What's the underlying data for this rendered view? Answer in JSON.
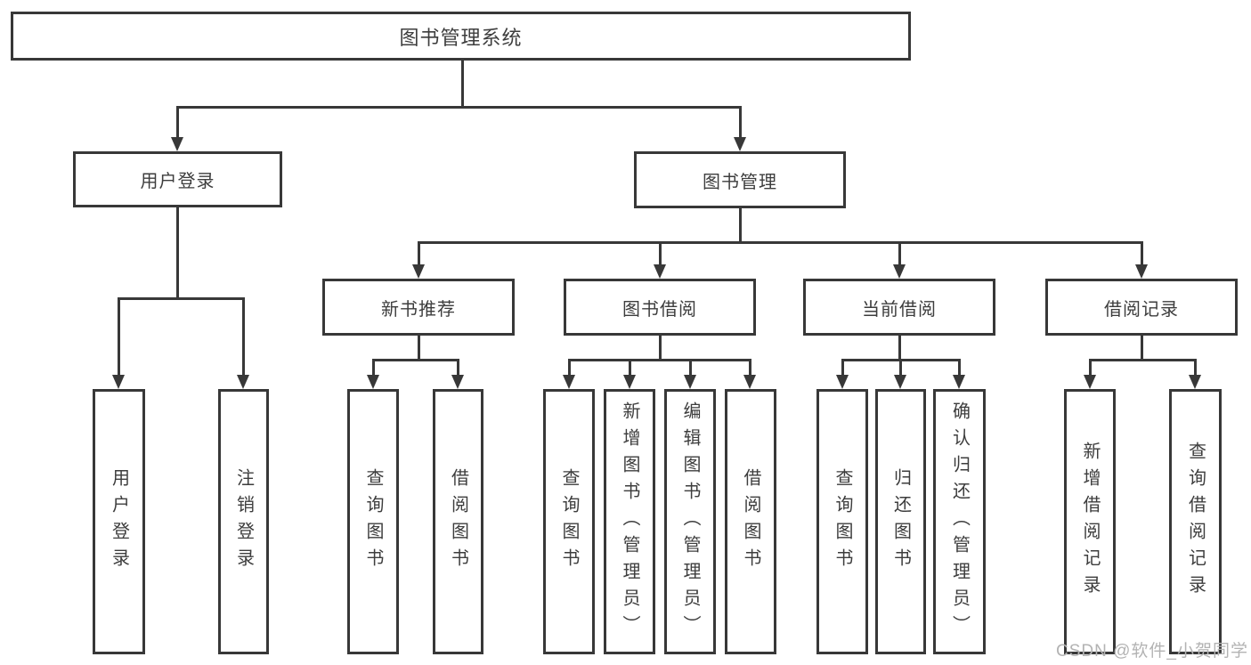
{
  "diagram": {
    "title": "图书管理系统",
    "root": {
      "label": "图书管理系统"
    },
    "level2": [
      {
        "label": "用户登录"
      },
      {
        "label": "图书管理"
      }
    ],
    "level3": [
      {
        "label": "新书推荐",
        "parent": "图书管理"
      },
      {
        "label": "图书借阅",
        "parent": "图书管理"
      },
      {
        "label": "当前借阅",
        "parent": "图书管理"
      },
      {
        "label": "借阅记录",
        "parent": "图书管理"
      }
    ],
    "leaves": [
      {
        "label": "用户登录",
        "parent": "用户登录"
      },
      {
        "label": "注销登录",
        "parent": "用户登录"
      },
      {
        "label": "查询图书",
        "parent": "新书推荐"
      },
      {
        "label": "借阅图书",
        "parent": "新书推荐"
      },
      {
        "label": "查询图书",
        "parent": "图书借阅"
      },
      {
        "label": "新增图书（管理员）",
        "parent": "图书借阅"
      },
      {
        "label": "编辑图书（管理员）",
        "parent": "图书借阅"
      },
      {
        "label": "借阅图书",
        "parent": "图书借阅"
      },
      {
        "label": "查询图书",
        "parent": "当前借阅"
      },
      {
        "label": "归还图书",
        "parent": "当前借阅"
      },
      {
        "label": "确认归还（管理员）",
        "parent": "当前借阅"
      },
      {
        "label": "新增借阅记录",
        "parent": "借阅记录"
      },
      {
        "label": "查询借阅记录",
        "parent": "借阅记录"
      }
    ]
  },
  "watermark": "CSDN @软件_小贺同学",
  "colors": {
    "line": "#383838",
    "box_border": "#383838",
    "text": "#3d3d3d",
    "watermark": "#b3b3b3",
    "background": "#ffffff"
  }
}
